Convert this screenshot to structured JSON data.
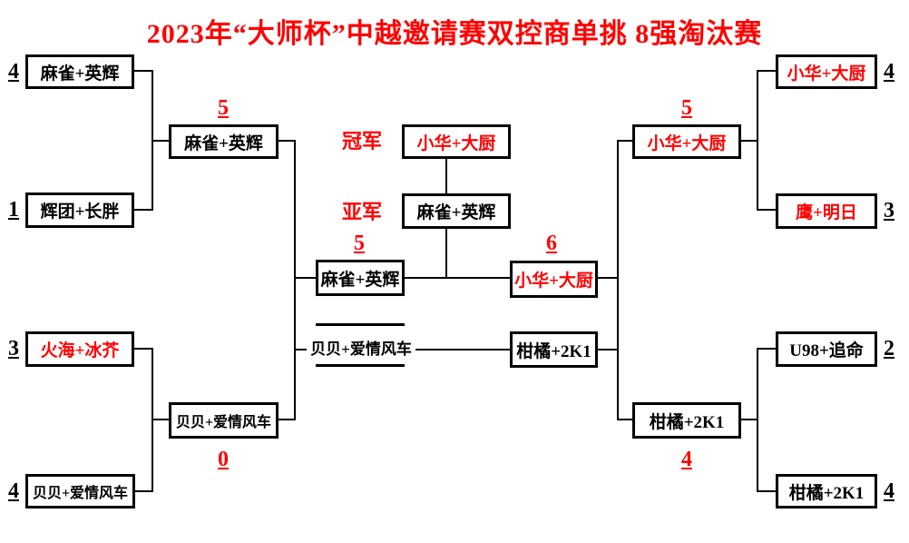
{
  "title": "2023年“大师杯”中越邀请赛双控商单挑 8强淘汰赛",
  "colors": {
    "accent_red": "#ff0000",
    "text_black": "#000000",
    "line": "#000000",
    "background": "#ffffff"
  },
  "labels": {
    "champion": "冠军",
    "runner_up": "亚军"
  },
  "results": {
    "champion": {
      "team": "小华+大厨",
      "team_color": "#ff0000"
    },
    "runner_up": {
      "team": "麻雀+英辉",
      "team_color": "#000000"
    }
  },
  "final": {
    "left": {
      "team": "麻雀+英辉",
      "score": "5",
      "team_color": "#000000"
    },
    "right": {
      "team": "小华+大厨",
      "score": "6",
      "team_color": "#ff0000"
    }
  },
  "third_place": {
    "left": {
      "team": "贝贝+爱情风车",
      "team_color": "#000000"
    },
    "right": {
      "team": "柑橘+2K1",
      "team_color": "#000000"
    }
  },
  "left_bracket": {
    "quarterfinals": [
      {
        "top": {
          "team": "麻雀+英辉",
          "score": "4",
          "team_color": "#000000"
        },
        "bottom": {
          "team": "辉团+长胖",
          "score": "1",
          "team_color": "#000000"
        }
      },
      {
        "top": {
          "team": "火海+冰芥",
          "score": "3",
          "team_color": "#ff0000"
        },
        "bottom": {
          "team": "贝贝+爱情风车",
          "score": "4",
          "team_color": "#000000"
        }
      }
    ],
    "semifinal_winners": [
      {
        "team": "麻雀+英辉",
        "score": "5",
        "team_color": "#000000"
      },
      {
        "team": "贝贝+爱情风车",
        "score": "0",
        "team_color": "#000000"
      }
    ]
  },
  "right_bracket": {
    "quarterfinals": [
      {
        "top": {
          "team": "小华+大厨",
          "score": "4",
          "team_color": "#ff0000"
        },
        "bottom": {
          "team": "鹰+明日",
          "score": "3",
          "team_color": "#ff0000"
        }
      },
      {
        "top": {
          "team": "U98+追命",
          "score": "2",
          "team_color": "#000000"
        },
        "bottom": {
          "team": "柑橘+2K1",
          "score": "4",
          "team_color": "#000000"
        }
      }
    ],
    "semifinal_winners": [
      {
        "team": "小华+大厨",
        "score": "5",
        "team_color": "#ff0000"
      },
      {
        "team": "柑橘+2K1",
        "score": "4",
        "team_color": "#000000"
      }
    ]
  }
}
